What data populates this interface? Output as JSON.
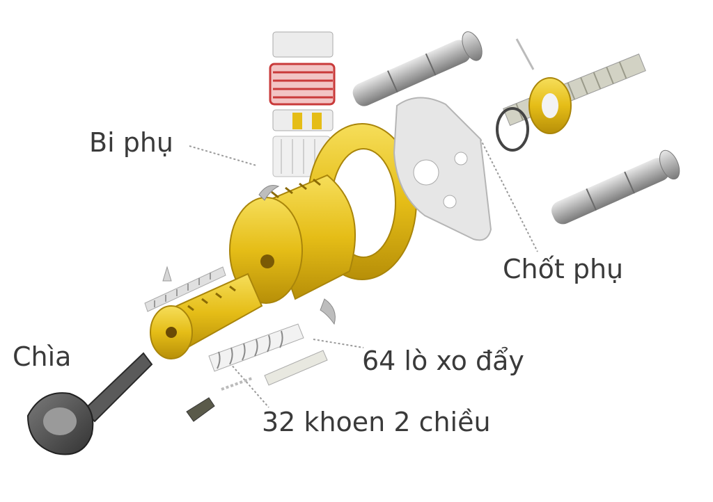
{
  "labels": {
    "bi_phu": "Bi phụ",
    "chot_phu": "Chốt phụ",
    "chia": "Chìa",
    "lo_xo": "64 lò xo đẩy",
    "khoen": "32 khoen 2 chiều"
  },
  "colors": {
    "brass": "#e8c21c",
    "brass_dark": "#b8930a",
    "steel": "#b5b5b5",
    "spring_red": "#c93a3a",
    "key_dark": "#4a4a4a",
    "plate": "#e2e2e2",
    "label_text": "#3a3a3a"
  }
}
